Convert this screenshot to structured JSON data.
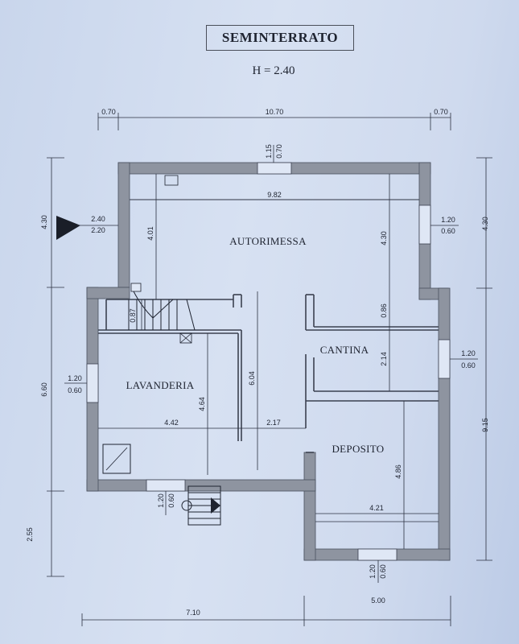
{
  "header": {
    "title": "SEMINTERRATO",
    "height": "H = 2.40"
  },
  "rooms": {
    "autorimessa": "AUTORIMESSA",
    "cantina": "CANTINA",
    "lavanderia": "LAVANDERIA",
    "deposito": "DEPOSITO"
  },
  "dims": {
    "top_left": "0.70",
    "top_mid": "10.70",
    "top_right": "0.70",
    "win_top_a": "1.15",
    "win_top_b": "0.70",
    "garage_width": "9.82",
    "garage_depth": "4.30",
    "left_h1": "4.30",
    "left_h2": "6.60",
    "left_h3": "2.55",
    "right_h1": "4.30",
    "right_h2": "9.15",
    "entry_a": "2.40",
    "entry_b": "2.20",
    "stair_h": "4.01",
    "stair_small": "0.87",
    "win_right1_a": "1.20",
    "win_right1_b": "0.60",
    "cantina_h1": "0.86",
    "cantina_h2": "2.14",
    "win_right2_a": "1.20",
    "win_right2_b": "0.60",
    "win_left_a": "1.20",
    "win_left_b": "0.60",
    "lav_h": "4.64",
    "lav_w": "4.42",
    "mid_h": "6.04",
    "mid_w": "2.17",
    "dep_h": "4.86",
    "dep_w": "4.21",
    "win_bottom1_a": "1.20",
    "win_bottom1_b": "0.60",
    "win_bottom2_a": "1.20",
    "win_bottom2_b": "0.60",
    "bottom_left": "7.10",
    "bottom_right": "5.00"
  },
  "colors": {
    "wall": "#8e94a0",
    "line": "#3b4150",
    "bg": "#d2dcef"
  }
}
